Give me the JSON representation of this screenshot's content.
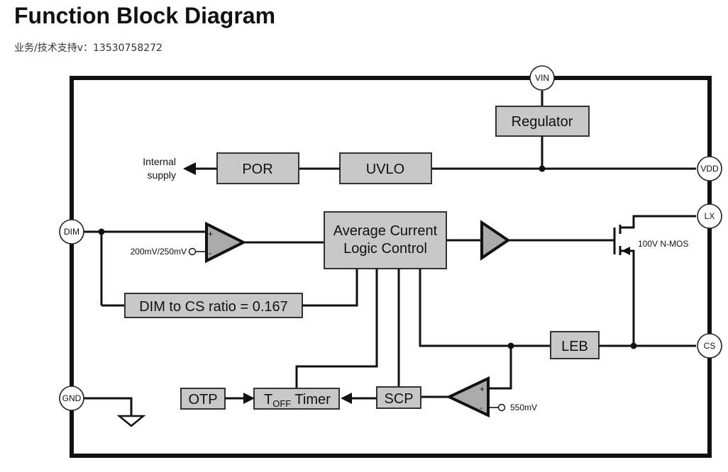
{
  "title": "Function Block Diagram",
  "subtitle": "业务/技术支持v：13530758272",
  "pins": {
    "vin": "VIN",
    "vdd": "VDD",
    "dim": "DIM",
    "lx": "LX",
    "cs": "CS",
    "gnd": "GND"
  },
  "blocks": {
    "regulator": "Regulator",
    "por": "POR",
    "uvlo": "UVLO",
    "avg_line1": "Average Current",
    "avg_line2": "Logic Control",
    "dim_ratio": "DIM to CS ratio = 0.167",
    "leb": "LEB",
    "otp": "OTP",
    "toff_t": "T",
    "toff_sub": "OFF",
    "toff_rest": " Timer",
    "scp": "SCP"
  },
  "labels": {
    "internal_line1": "Internal",
    "internal_line2": "supply",
    "dim_ref": "200mV/250mV",
    "mos": "100V N-MOS",
    "scp_ref": "550mV",
    "plus": "+",
    "minus": "-"
  }
}
